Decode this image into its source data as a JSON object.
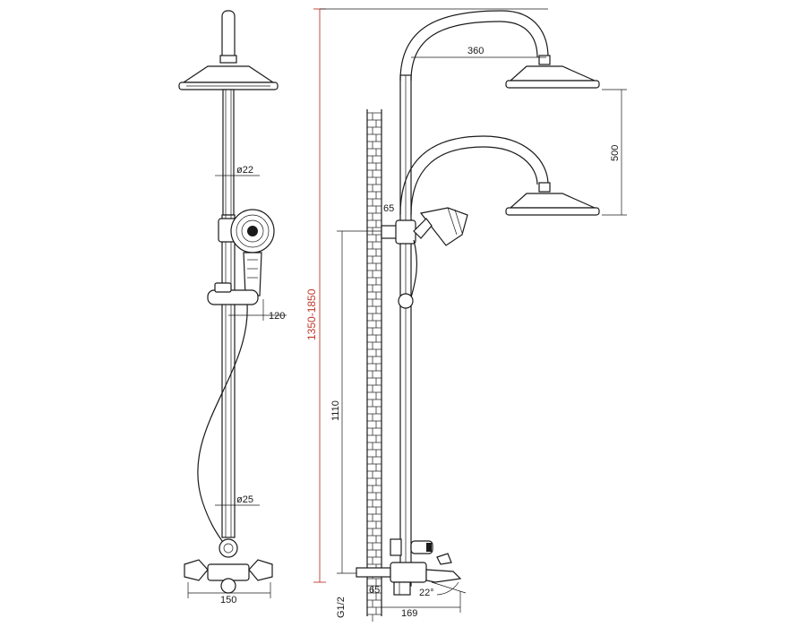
{
  "dimensions": {
    "pipe_upper_diameter": "ø22",
    "pipe_lower_diameter": "ø25",
    "hand_shower_offset": "120",
    "mixer_width": "150",
    "total_height": "1350-1850",
    "head_projection": "360",
    "head_height_adjust": "500",
    "bracket_offset": "65",
    "inlet_height": "1110",
    "inlet_thread": "G1/2",
    "spout_offset": "65",
    "spout_angle": "22°",
    "spout_projection": "169"
  },
  "colors": {
    "line": "#1a1a1a",
    "total_height_dim": "#c0392b"
  }
}
